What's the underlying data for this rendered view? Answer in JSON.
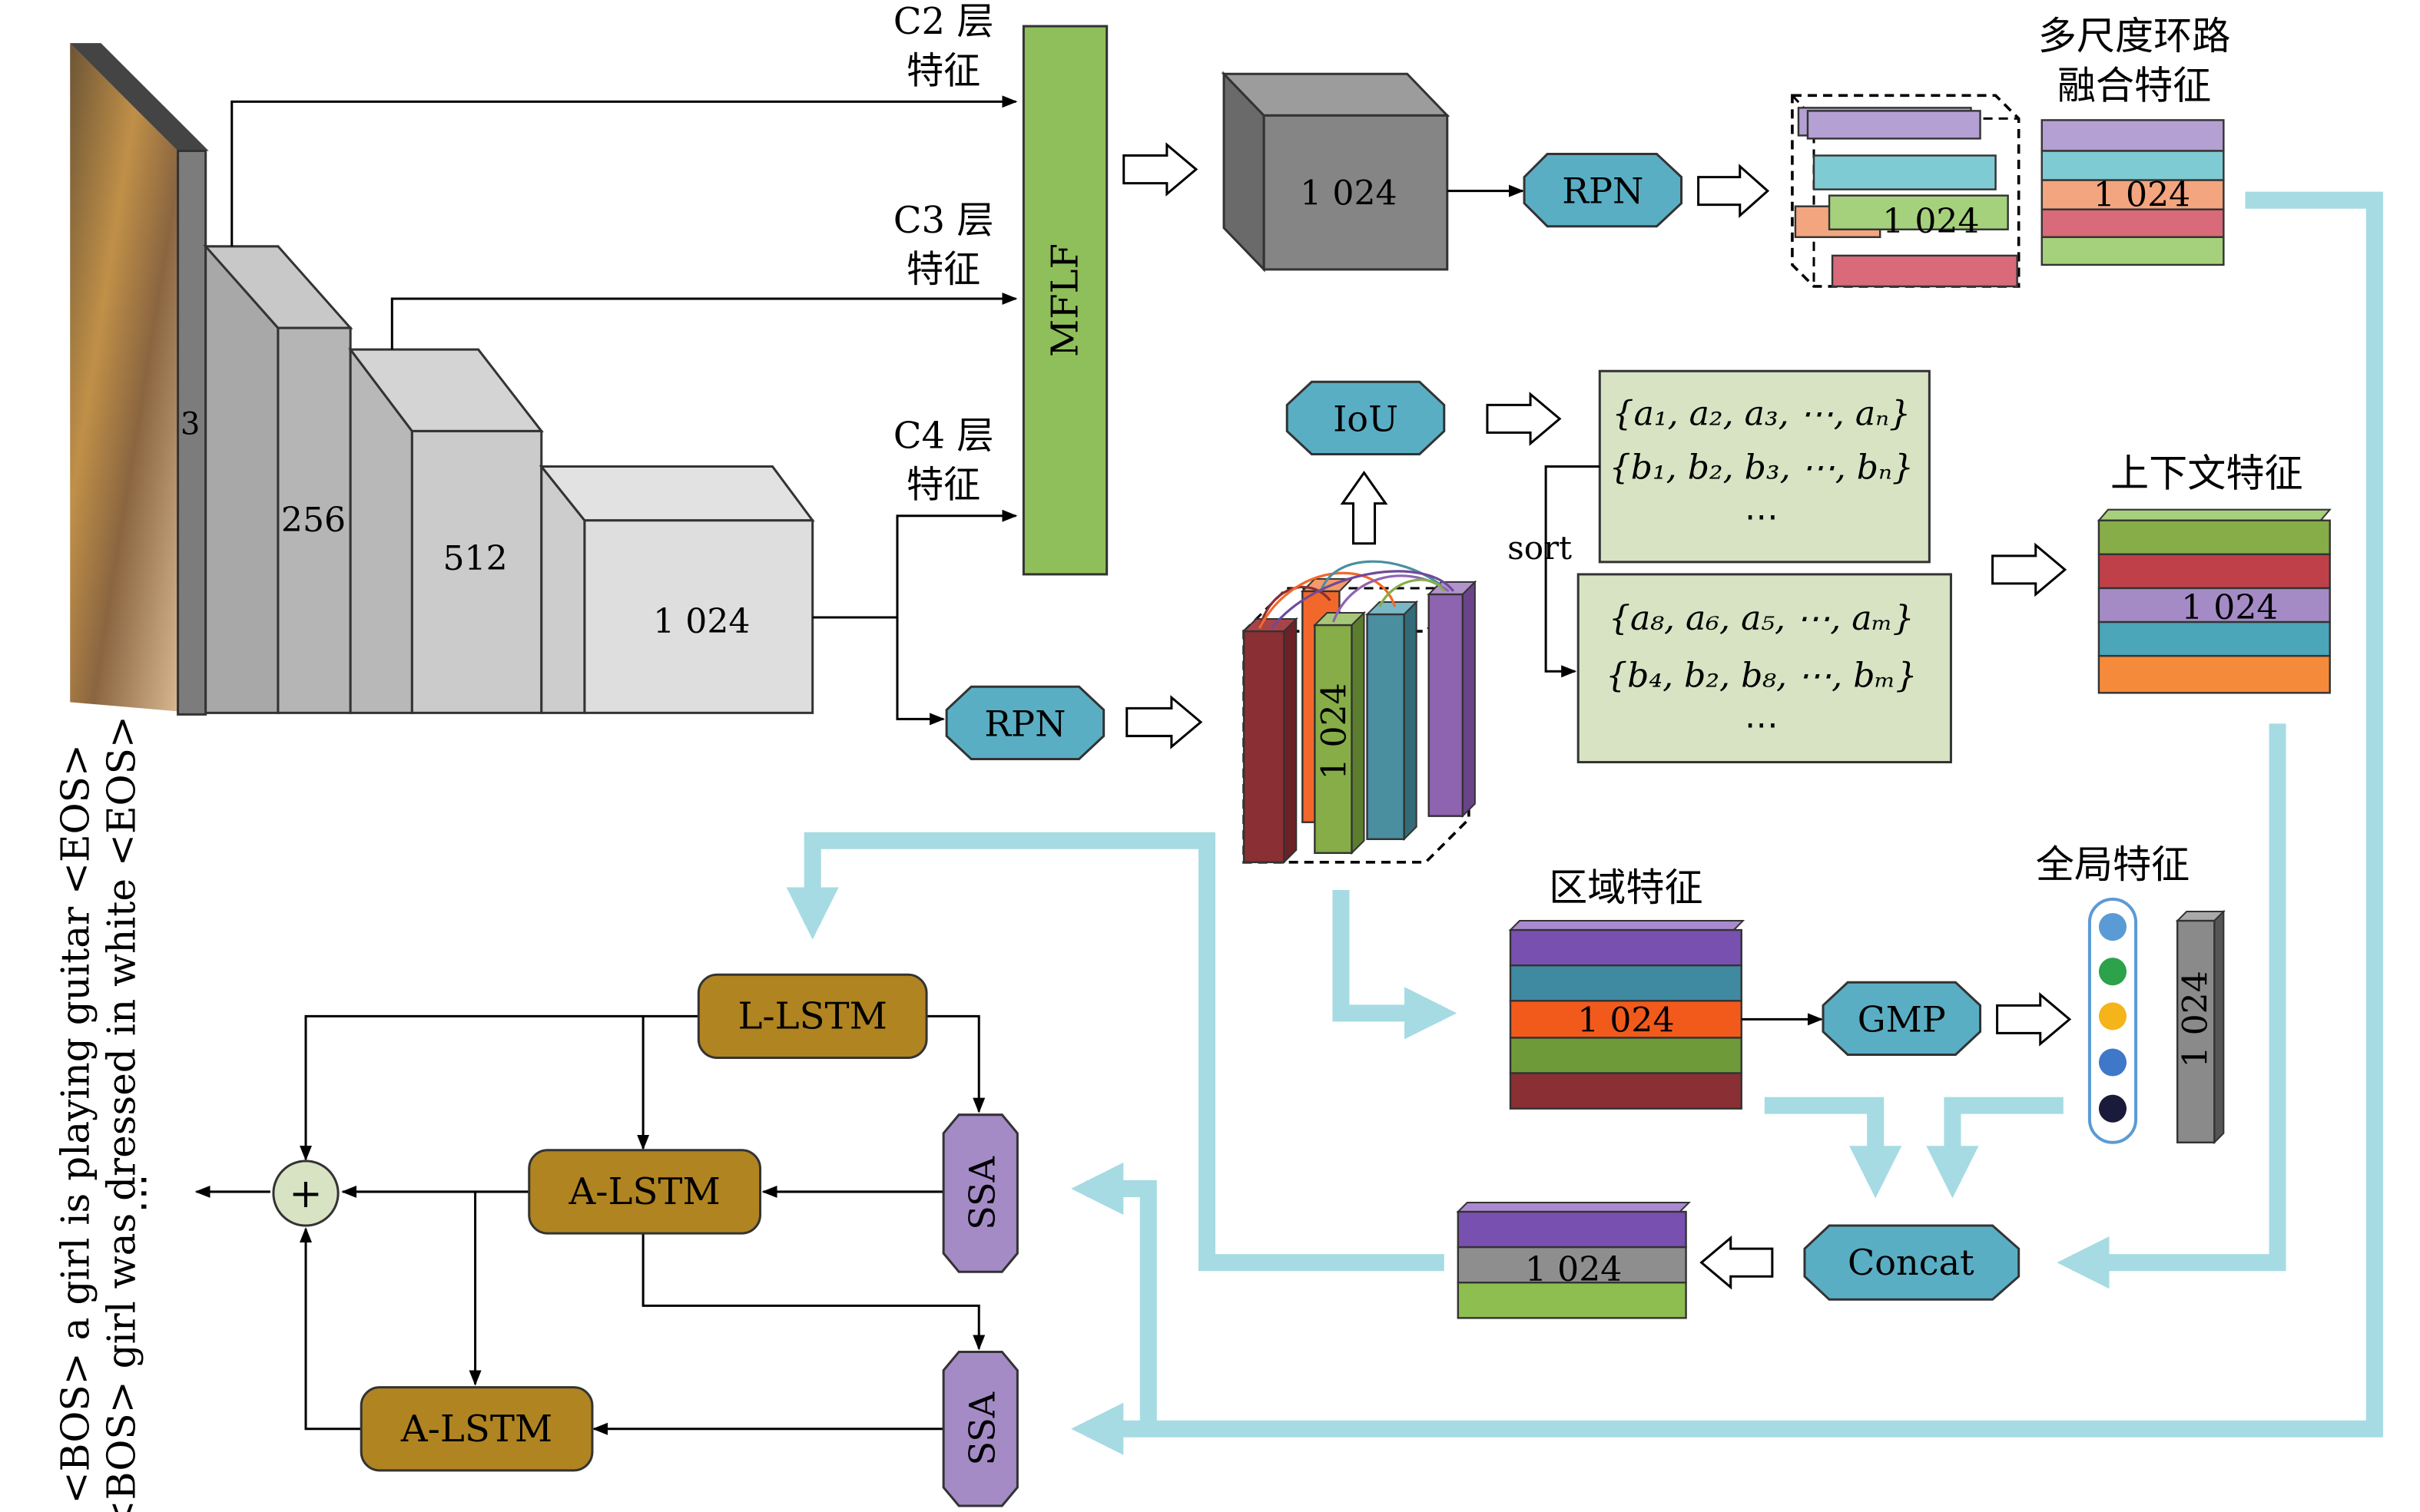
{
  "input": {
    "channels": "3"
  },
  "backbone": {
    "c1": "256",
    "c2": "512",
    "c3": "1 024"
  },
  "layers": {
    "c2": {
      "line1": "C2 层",
      "line2": "特征"
    },
    "c3": {
      "line1": "C3 层",
      "line2": "特征"
    },
    "c4": {
      "line1": "C4 层",
      "line2": "特征"
    }
  },
  "mflf": "MFLF",
  "top_block": "1 024",
  "rpn_top": "RPN",
  "rpn_mid": "RPN",
  "multiscale": {
    "title1": "多尺度环路",
    "title2": "融合特征",
    "stack_label": "1 024",
    "box_label": "1 024"
  },
  "iou": "IoU",
  "sort": "sort",
  "set_a": [
    "{a₁, a₂, a₃, ⋯, aₙ}",
    "{b₁, b₂, b₃, ⋯, bₙ}",
    "⋯"
  ],
  "set_b": [
    "{a₈, a₆, a₅, ⋯, aₘ}",
    "{b₄, b₂, b₈, ⋯, bₘ}",
    "⋯"
  ],
  "proposals_label": "1 024",
  "context": {
    "title": "上下文特征",
    "label": "1 024"
  },
  "region": {
    "title": "区域特征",
    "label": "1 024"
  },
  "gmp": "GMP",
  "global": {
    "title": "全局特征",
    "label": "1 024"
  },
  "concat": "Concat",
  "concat_out": "1 024",
  "lstm": {
    "l": "L-LSTM",
    "a1": "A-LSTM",
    "a2": "A-LSTM",
    "ssa1": "SSA",
    "ssa2": "SSA",
    "plus": "+",
    "ellipsis": "⋯"
  },
  "captions": [
    "<BOS> a girl is playing guitar <EOS>",
    "<BOS> girl was dressed in white <EOS>"
  ],
  "colors": {
    "mflf": "#8fbf5a",
    "rpn": "#5aaec4",
    "lstm": "#b08420",
    "ssa": "#a48bc6",
    "thick_arrow": "#a6dbe3",
    "purple": "#8e63b0",
    "teal": "#4a8fa0",
    "orange": "#f2682a",
    "green": "#86ad47",
    "darkred": "#8a2f33"
  }
}
